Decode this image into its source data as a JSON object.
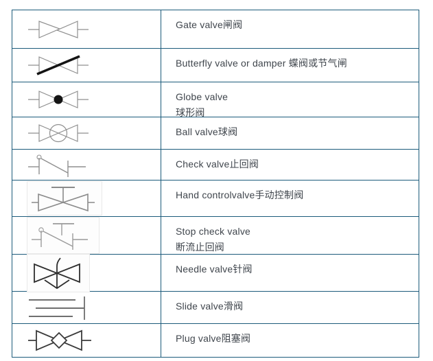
{
  "table": {
    "colors": {
      "border": "#1b5a7a",
      "text": "#3f454c",
      "symbol_gray": "#8f8f8f",
      "symbol_dark": "#2e2e2e",
      "butterfly_disc": "#141414"
    },
    "rows": [
      {
        "icon": "gate-valve-icon",
        "lines": [
          "Gate valve闸阀"
        ]
      },
      {
        "icon": "butterfly-valve-icon",
        "lines": [
          "Butterfly valve or damper 蝶阀或节气闸"
        ]
      },
      {
        "icon": "globe-valve-icon",
        "lines": [
          "Globe valve",
          "球形阀"
        ]
      },
      {
        "icon": "ball-valve-icon",
        "lines": [
          "Ball valve球阀"
        ]
      },
      {
        "icon": "check-valve-icon",
        "lines": [
          "Check valve止回阀"
        ]
      },
      {
        "icon": "hand-control-valve-icon",
        "lines": [
          "Hand controlvalve手动控制阀"
        ]
      },
      {
        "icon": "stop-check-valve-icon",
        "lines": [
          "Stop check valve",
          "断流止回阀"
        ]
      },
      {
        "icon": "needle-valve-icon",
        "lines": [
          "Needle valve针阀"
        ]
      },
      {
        "icon": "slide-valve-icon",
        "lines": [
          "Slide valve滑阀"
        ]
      },
      {
        "icon": "plug-valve-icon",
        "lines": [
          "Plug valve阻塞阀"
        ]
      }
    ]
  }
}
